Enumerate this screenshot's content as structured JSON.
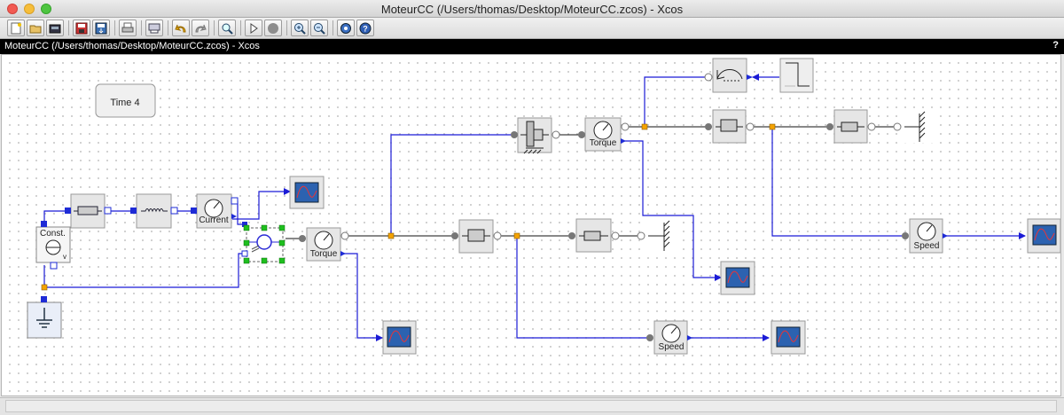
{
  "window": {
    "title": "MoteurCC (/Users/thomas/Desktop/MoteurCC.zcos) - Xcos"
  },
  "toolbar": {
    "buttons": [
      {
        "name": "new-diagram",
        "icon": "new-document-icon"
      },
      {
        "name": "open",
        "icon": "open-folder-icon"
      },
      {
        "name": "open-file",
        "icon": "open-file-icon"
      },
      {
        "name": "save",
        "icon": "save-icon"
      },
      {
        "name": "save-as",
        "icon": "save-as-icon"
      },
      {
        "name": "print",
        "icon": "print-icon"
      },
      {
        "name": "export",
        "icon": "export-icon"
      },
      {
        "name": "undo",
        "icon": "undo-icon"
      },
      {
        "name": "redo",
        "icon": "redo-icon"
      },
      {
        "name": "fit-diagram",
        "icon": "fit-diagram-icon"
      },
      {
        "name": "start",
        "icon": "play-icon"
      },
      {
        "name": "stop",
        "icon": "stop-icon"
      },
      {
        "name": "zoom-in",
        "icon": "zoom-in-icon"
      },
      {
        "name": "zoom-out",
        "icon": "zoom-out-icon"
      },
      {
        "name": "xcos-demos",
        "icon": "gear-icon"
      },
      {
        "name": "help",
        "icon": "help-icon"
      }
    ]
  },
  "docbar": {
    "title": "MoteurCC (/Users/thomas/Desktop/MoteurCC.zcos) - Xcos",
    "help": "?"
  },
  "diagram": {
    "time_block_label": "Time 4",
    "const_label": "Const.",
    "const_sub": "v",
    "current_label": "Current",
    "torque_label_1": "Torque",
    "torque_label_2": "Torque",
    "speed_label_1": "Speed",
    "speed_label_2": "Speed"
  },
  "colors": {
    "link_blue": "#1b1bd6",
    "link_black": "#111111",
    "port_blue": "#1e2bd6",
    "split_orange": "#f4a300",
    "selection_green": "#1fbf1f",
    "block_fill": "#e6e6e6",
    "scope_fill": "#2c62b0"
  }
}
